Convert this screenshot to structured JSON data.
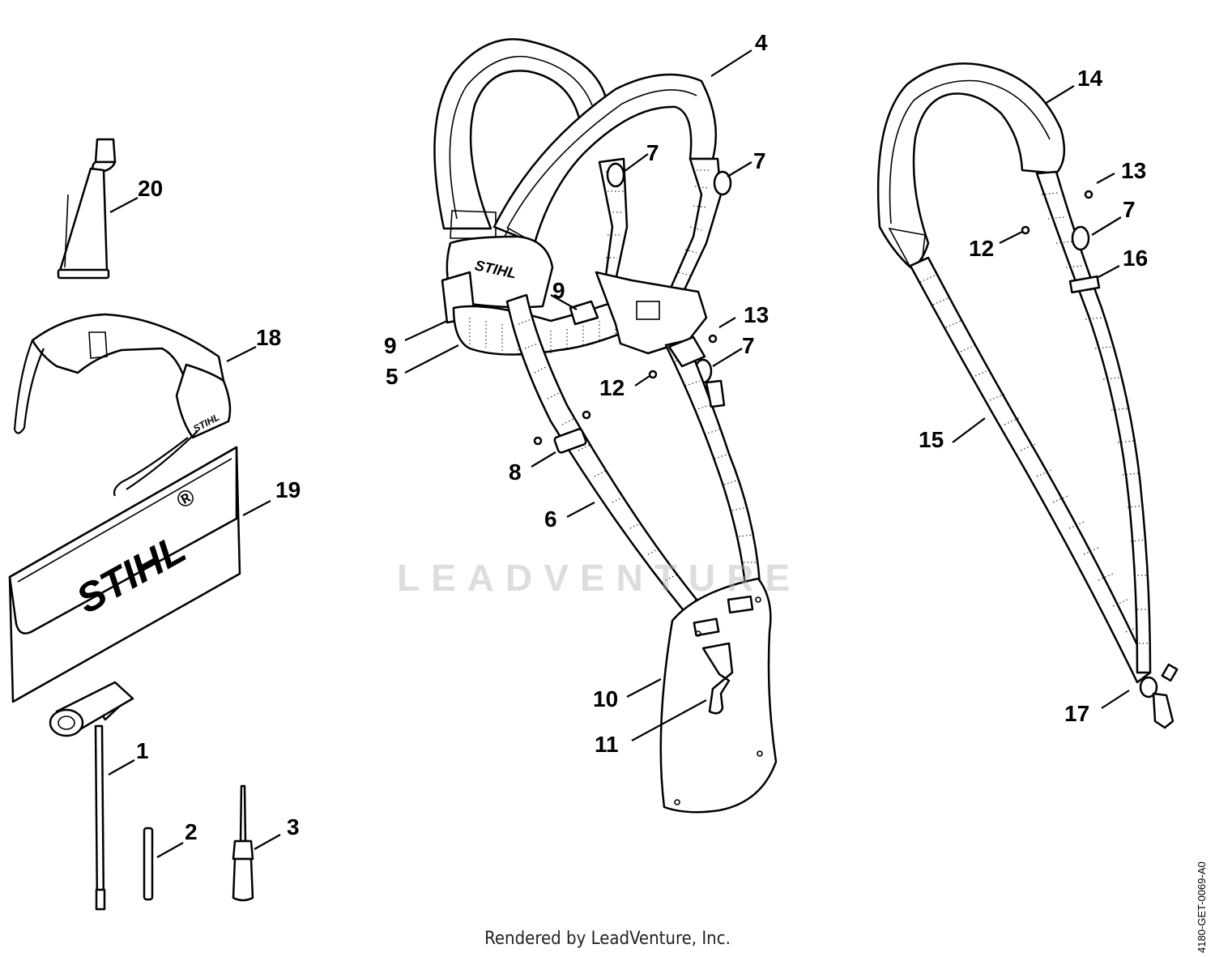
{
  "diagram": {
    "callouts": [
      {
        "id": "c1",
        "label": "1"
      },
      {
        "id": "c2",
        "label": "2"
      },
      {
        "id": "c3",
        "label": "3"
      },
      {
        "id": "c4",
        "label": "4"
      },
      {
        "id": "c5",
        "label": "5"
      },
      {
        "id": "c6",
        "label": "6"
      },
      {
        "id": "c7a",
        "label": "7"
      },
      {
        "id": "c7b",
        "label": "7"
      },
      {
        "id": "c7c",
        "label": "7"
      },
      {
        "id": "c7d",
        "label": "7"
      },
      {
        "id": "c8",
        "label": "8"
      },
      {
        "id": "c9a",
        "label": "9"
      },
      {
        "id": "c9b",
        "label": "9"
      },
      {
        "id": "c10",
        "label": "10"
      },
      {
        "id": "c11",
        "label": "11"
      },
      {
        "id": "c12a",
        "label": "12"
      },
      {
        "id": "c12b",
        "label": "12"
      },
      {
        "id": "c13a",
        "label": "13"
      },
      {
        "id": "c13b",
        "label": "13"
      },
      {
        "id": "c14",
        "label": "14"
      },
      {
        "id": "c15",
        "label": "15"
      },
      {
        "id": "c16",
        "label": "16"
      },
      {
        "id": "c17",
        "label": "17"
      },
      {
        "id": "c18",
        "label": "18"
      },
      {
        "id": "c19",
        "label": "19"
      },
      {
        "id": "c20",
        "label": "20"
      }
    ],
    "brand_marks": {
      "harness_plate": "STIHL",
      "glasses_arm": "STIHL",
      "tool_pouch": "STIHL",
      "registered": "®"
    },
    "watermark": "LEADVENTURE",
    "footer": "Rendered by LeadVenture, Inc.",
    "document_id": "4180-GET-0069-A0"
  },
  "colors": {
    "ink": "#000000",
    "paper": "#ffffff",
    "watermark": "#b4b4b4"
  }
}
